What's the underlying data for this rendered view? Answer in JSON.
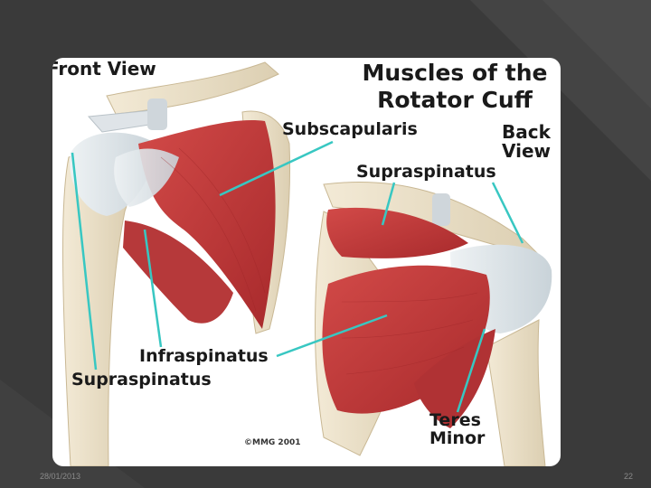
{
  "slide": {
    "date": "28/01/2013",
    "page_number": "22"
  },
  "figure": {
    "title_line1": "Muscles of the",
    "title_line2": "Rotator Cuff",
    "front_view_label": "Front View",
    "back_view_label_line1": "Back",
    "back_view_label_line2": "View",
    "labels": {
      "subscapularis": "Subscapularis",
      "supraspinatus_back": "Supraspinatus",
      "infraspinatus": "Infraspinatus",
      "supraspinatus_front": "Supraspinatus",
      "teres_line1": "Teres",
      "teres_line2": "Minor"
    },
    "copyright": "©MMG 2001"
  },
  "colors": {
    "background": "#3a3a3a",
    "muscle": "#c23a3a",
    "bone": "#efe4cc",
    "tendon": "#dfe6ea",
    "pointer": "#38c7c2"
  }
}
